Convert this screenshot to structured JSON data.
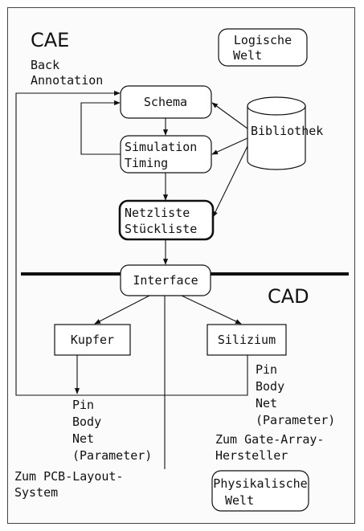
{
  "sections": {
    "cae": "CAE",
    "cad": "CAD"
  },
  "annotations": {
    "back_annotation": [
      "Back",
      "Annotation"
    ],
    "pcb_fields": [
      "Pin",
      "Body",
      "Net",
      "(Parameter)"
    ],
    "pcb_target": [
      "Zum PCB-Layout-",
      "System"
    ],
    "silizium_fields": [
      "Pin",
      "Body",
      "Net",
      "(Parameter)"
    ],
    "gate_array_target": [
      "Zum Gate-Array-",
      "Hersteller"
    ]
  },
  "worlds": {
    "logical": [
      "Logische",
      "Welt"
    ],
    "physical": [
      "Physikalische",
      "Welt"
    ]
  },
  "nodes": {
    "schema": [
      "Schema"
    ],
    "simulation": [
      "Simulation",
      "Timing"
    ],
    "netzliste": [
      "Netzliste",
      "Stückliste"
    ],
    "bibliothek": [
      "Bibliothek"
    ],
    "interface": [
      "Interface"
    ],
    "kupfer": [
      "Kupfer"
    ],
    "silizium": [
      "Silizium"
    ]
  },
  "colors": {
    "ink": "#111111",
    "paper": "#fbfbfb"
  }
}
